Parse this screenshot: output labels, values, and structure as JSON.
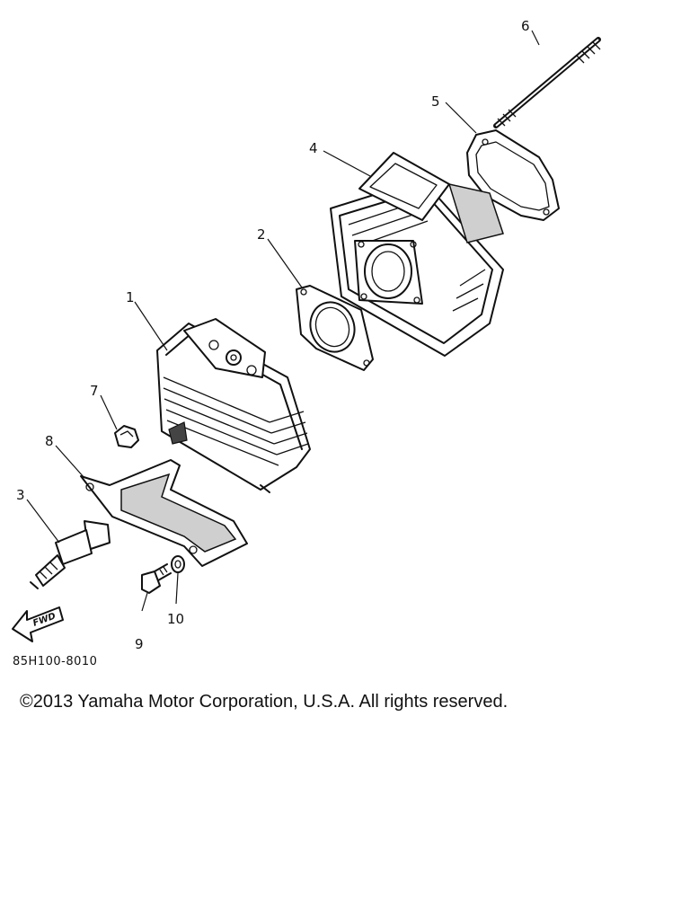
{
  "diagram": {
    "figure_code": "85H100-8010",
    "fwd_label": "FWD",
    "callouts": [
      {
        "id": "1",
        "label": "1"
      },
      {
        "id": "2",
        "label": "2"
      },
      {
        "id": "3",
        "label": "3"
      },
      {
        "id": "4",
        "label": "4"
      },
      {
        "id": "5",
        "label": "5"
      },
      {
        "id": "6",
        "label": "6"
      },
      {
        "id": "7",
        "label": "7"
      },
      {
        "id": "8",
        "label": "8"
      },
      {
        "id": "9",
        "label": "9"
      },
      {
        "id": "10",
        "label": "10"
      }
    ]
  },
  "footer": {
    "copyright": "©2013 Yamaha Motor Corporation, U.S.A. All rights reserved."
  }
}
